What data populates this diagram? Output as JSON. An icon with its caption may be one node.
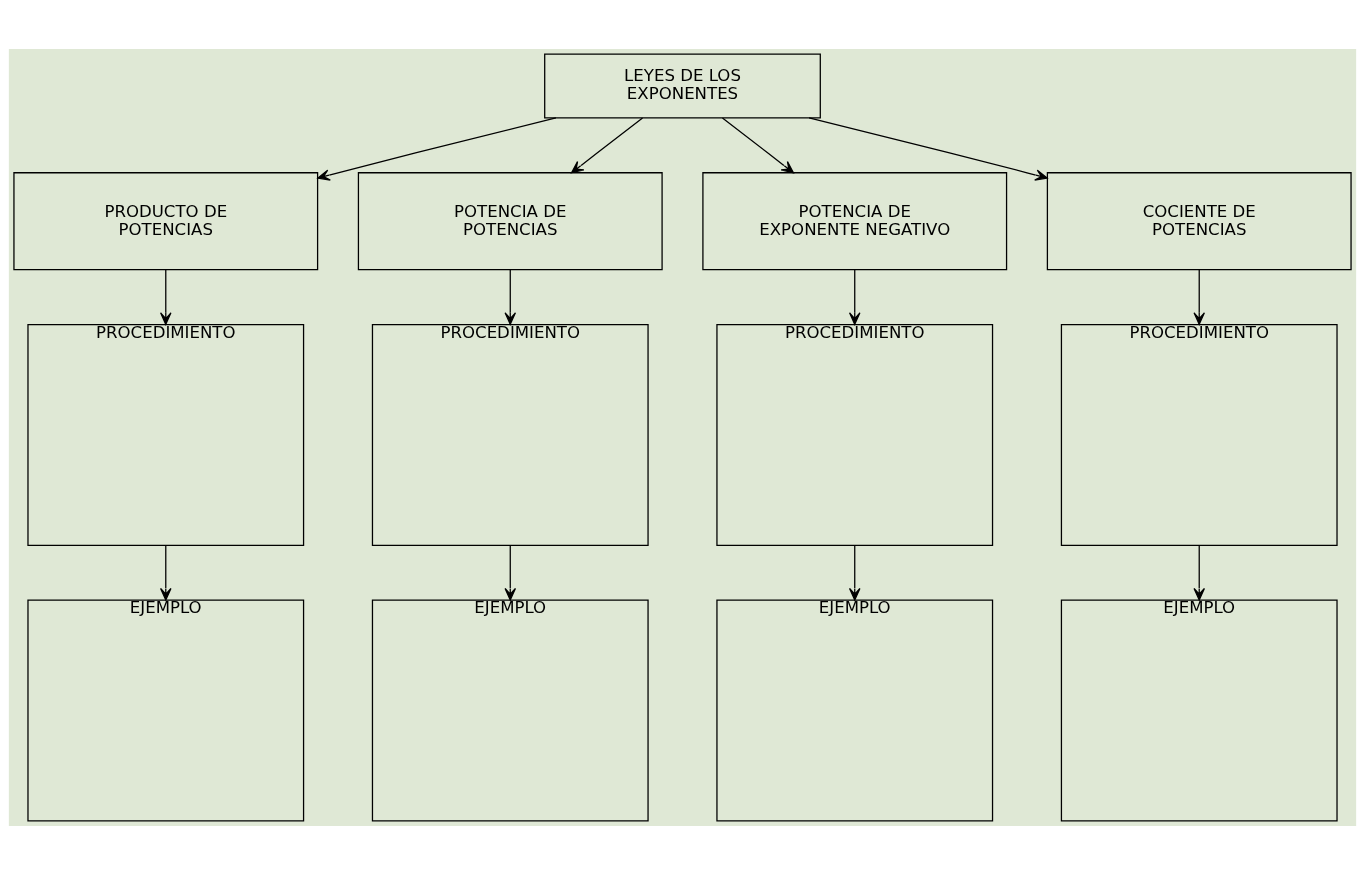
{
  "diagram": {
    "nodes": [
      {
        "text": [
          "LEYES DE LOS EXPONENTES"
        ]
      },
      {
        "text": [
          "PRODUCTO DE POTENCIAS"
        ]
      },
      {
        "text": [
          "POTENCIA DE POTENCIAS"
        ]
      },
      {
        "text": [
          "POTENCIA DE EXPONENTE NEGATIVO"
        ]
      },
      {
        "text": [
          "COCIENTE DE POTENCIAS"
        ]
      },
      {
        "text": [
          "PROCEDIMIENTO"
        ]
      },
      {
        "text": [
          "PROCEDIMIENTO"
        ]
      },
      {
        "text": [
          "PROCEDIMIENTO"
        ]
      },
      {
        "text": [
          "PROCEDIMIENTO"
        ]
      },
      {
        "text": [
          "EJEMPLO"
        ]
      },
      {
        "text": [
          "EJEMPLO"
        ]
      },
      {
        "text": [
          "EJEMPLO"
        ]
      },
      {
        "text": [
          "EJEMPLO"
        ]
      }
    ],
    "edges": [
      {
        "from": 0,
        "to": 1,
        "arrow": "to"
      },
      {
        "from": 0,
        "to": 2,
        "arrow": "to"
      },
      {
        "from": 0,
        "to": 3,
        "arrow": "to"
      },
      {
        "from": 0,
        "to": 4,
        "arrow": "to"
      },
      {
        "from": 1,
        "to": 5,
        "arrow": "to"
      },
      {
        "from": 2,
        "to": 6,
        "arrow": "to"
      },
      {
        "from": 3,
        "to": 7,
        "arrow": "to"
      },
      {
        "from": 4,
        "to": 8,
        "arrow": "to"
      },
      {
        "from": 5,
        "to": 9,
        "arrow": "to"
      },
      {
        "from": 6,
        "to": 10,
        "arrow": "to"
      },
      {
        "from": 7,
        "to": 11,
        "arrow": "to"
      },
      {
        "from": 8,
        "to": 12,
        "arrow": "to"
      }
    ]
  }
}
